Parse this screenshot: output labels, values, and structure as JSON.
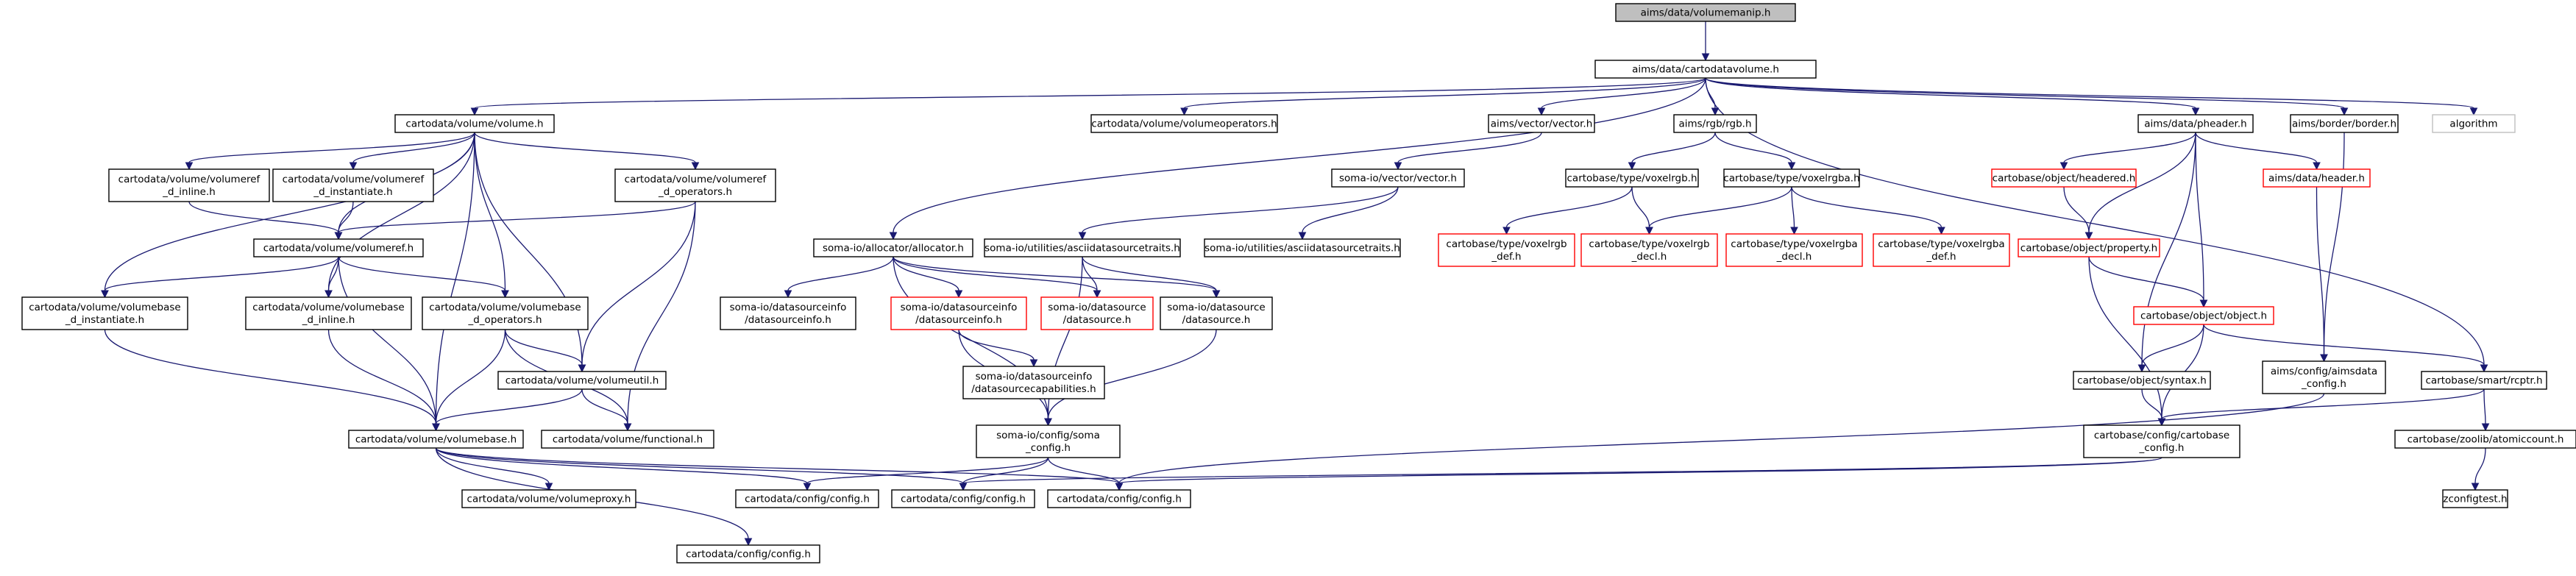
{
  "nodes": [
    {
      "id": "root",
      "lines": [
        "aims/data/volumemanip.h"
      ],
      "kind": "root"
    },
    {
      "id": "cartodatavolume",
      "lines": [
        "aims/data/cartodatavolume.h"
      ]
    },
    {
      "id": "volume",
      "lines": [
        "cartodata/volume/volume.h"
      ]
    },
    {
      "id": "volumeoperators",
      "lines": [
        "cartodata/volume/volumeoperators.h"
      ]
    },
    {
      "id": "aimsvector",
      "lines": [
        "aims/vector/vector.h"
      ]
    },
    {
      "id": "rgb",
      "lines": [
        "aims/rgb/rgb.h"
      ]
    },
    {
      "id": "pheader",
      "lines": [
        "aims/data/pheader.h"
      ]
    },
    {
      "id": "border",
      "lines": [
        "aims/border/border.h"
      ]
    },
    {
      "id": "algorithm",
      "lines": [
        "algorithm"
      ],
      "kind": "gray"
    },
    {
      "id": "vref_inline",
      "lines": [
        "cartodata/volume/volumeref",
        "_d_inline.h"
      ]
    },
    {
      "id": "vref_inst",
      "lines": [
        "cartodata/volume/volumeref",
        "_d_instantiate.h"
      ]
    },
    {
      "id": "vref_ops",
      "lines": [
        "cartodata/volume/volumeref",
        "_d_operators.h"
      ]
    },
    {
      "id": "somavector",
      "lines": [
        "soma-io/vector/vector.h"
      ]
    },
    {
      "id": "voxelrgb",
      "lines": [
        "cartobase/type/voxelrgb.h"
      ]
    },
    {
      "id": "voxelrgba",
      "lines": [
        "cartobase/type/voxelrgba.h"
      ]
    },
    {
      "id": "headered",
      "lines": [
        "cartobase/object/headered.h"
      ],
      "kind": "red"
    },
    {
      "id": "header",
      "lines": [
        "aims/data/header.h"
      ],
      "kind": "red"
    },
    {
      "id": "volumeref",
      "lines": [
        "cartodata/volume/volumeref.h"
      ]
    },
    {
      "id": "allocator",
      "lines": [
        "soma-io/allocator/allocator.h"
      ]
    },
    {
      "id": "asciitraits",
      "lines": [
        "soma-io/utilities/asciidatasourcetraits.h"
      ]
    },
    {
      "id": "asciitraits_tcc",
      "lines": [
        "soma-io/utilities/asciidatasourcetraits.h"
      ]
    },
    {
      "id": "voxelrgb_def",
      "lines": [
        "cartobase/type/voxelrgb",
        "_def.h"
      ],
      "kind": "red"
    },
    {
      "id": "voxelrgb_decl",
      "lines": [
        "cartobase/type/voxelrgb",
        "_decl.h"
      ],
      "kind": "red"
    },
    {
      "id": "voxelrgba_decl",
      "lines": [
        "cartobase/type/voxelrgba",
        "_decl.h"
      ],
      "kind": "red"
    },
    {
      "id": "voxelrgba_def",
      "lines": [
        "cartobase/type/voxelrgba",
        "_def.h"
      ],
      "kind": "red"
    },
    {
      "id": "property",
      "lines": [
        "cartobase/object/property.h"
      ],
      "kind": "red"
    },
    {
      "id": "vbase_inst",
      "lines": [
        "cartodata/volume/volumebase",
        "_d_instantiate.h"
      ]
    },
    {
      "id": "vbase_inline",
      "lines": [
        "cartodata/volume/volumebase",
        "_d_inline.h"
      ]
    },
    {
      "id": "vbase_ops",
      "lines": [
        "cartodata/volume/volumebase",
        "_d_operators.h"
      ]
    },
    {
      "id": "dsinfo",
      "lines": [
        "soma-io/datasourceinfo",
        "/datasourceinfo.h"
      ]
    },
    {
      "id": "dsinfo_red",
      "lines": [
        "soma-io/datasourceinfo",
        "/datasourceinfo.h"
      ],
      "kind": "red"
    },
    {
      "id": "datasource_red",
      "lines": [
        "soma-io/datasource",
        "/datasource.h"
      ],
      "kind": "red"
    },
    {
      "id": "datasource",
      "lines": [
        "soma-io/datasource",
        "/datasource.h"
      ]
    },
    {
      "id": "object",
      "lines": [
        "cartobase/object/object.h"
      ],
      "kind": "red"
    },
    {
      "id": "dscap",
      "lines": [
        "soma-io/datasourceinfo",
        "/datasourcecapabilities.h"
      ]
    },
    {
      "id": "volumeutil",
      "lines": [
        "cartodata/volume/volumeutil.h"
      ]
    },
    {
      "id": "syntax",
      "lines": [
        "cartobase/object/syntax.h"
      ]
    },
    {
      "id": "aimsdataconfig",
      "lines": [
        "aims/config/aimsdata",
        "_config.h"
      ]
    },
    {
      "id": "rcptr",
      "lines": [
        "cartobase/smart/rcptr.h"
      ]
    },
    {
      "id": "volumebase",
      "lines": [
        "cartodata/volume/volumebase.h"
      ]
    },
    {
      "id": "functional",
      "lines": [
        "cartodata/volume/functional.h"
      ]
    },
    {
      "id": "somaconfig",
      "lines": [
        "soma-io/config/soma",
        "_config.h"
      ]
    },
    {
      "id": "cartobaseconfig",
      "lines": [
        "cartobase/config/cartobase",
        "_config.h"
      ]
    },
    {
      "id": "atomiccount",
      "lines": [
        "cartobase/zoolib/atomiccount.h"
      ]
    },
    {
      "id": "volumeproxy",
      "lines": [
        "cartodata/volume/volumeproxy.h"
      ]
    },
    {
      "id": "config1",
      "lines": [
        "cartodata/config/config.h"
      ]
    },
    {
      "id": "config2",
      "lines": [
        "cartodata/config/config.h"
      ]
    },
    {
      "id": "config3",
      "lines": [
        "cartodata/config/config.h"
      ]
    },
    {
      "id": "zconfigtest",
      "lines": [
        "zconfigtest.h"
      ]
    },
    {
      "id": "config4",
      "lines": [
        "cartodata/config/config.h"
      ]
    }
  ],
  "edges": [
    [
      "root",
      "cartodatavolume"
    ],
    [
      "cartodatavolume",
      "volume"
    ],
    [
      "cartodatavolume",
      "volumeoperators"
    ],
    [
      "cartodatavolume",
      "aimsvector"
    ],
    [
      "cartodatavolume",
      "rgb"
    ],
    [
      "cartodatavolume",
      "pheader"
    ],
    [
      "cartodatavolume",
      "border"
    ],
    [
      "cartodatavolume",
      "algorithm"
    ],
    [
      "cartodatavolume",
      "allocator"
    ],
    [
      "cartodatavolume",
      "rcptr"
    ],
    [
      "volume",
      "vref_inline"
    ],
    [
      "volume",
      "vref_inst"
    ],
    [
      "volume",
      "vref_ops"
    ],
    [
      "volume",
      "volumeref"
    ],
    [
      "volume",
      "vbase_inst"
    ],
    [
      "volume",
      "vbase_inline"
    ],
    [
      "volume",
      "vbase_ops"
    ],
    [
      "volume",
      "volumeutil"
    ],
    [
      "volume",
      "volumebase"
    ],
    [
      "vref_inline",
      "volumeref"
    ],
    [
      "vref_inst",
      "volumeref"
    ],
    [
      "vref_ops",
      "volumeref"
    ],
    [
      "vref_ops",
      "volumeutil"
    ],
    [
      "vref_ops",
      "functional"
    ],
    [
      "volumeref",
      "vbase_inst"
    ],
    [
      "volumeref",
      "vbase_inline"
    ],
    [
      "volumeref",
      "vbase_ops"
    ],
    [
      "volumeref",
      "volumebase"
    ],
    [
      "vbase_inst",
      "volumebase"
    ],
    [
      "vbase_inline",
      "volumebase"
    ],
    [
      "vbase_ops",
      "volumeutil"
    ],
    [
      "vbase_ops",
      "volumebase"
    ],
    [
      "vbase_ops",
      "functional"
    ],
    [
      "volumeutil",
      "volumebase"
    ],
    [
      "volumeutil",
      "functional"
    ],
    [
      "volumebase",
      "volumeproxy"
    ],
    [
      "volumebase",
      "config1"
    ],
    [
      "volumebase",
      "config2"
    ],
    [
      "volumebase",
      "config3"
    ],
    [
      "volumebase",
      "config4"
    ],
    [
      "aimsvector",
      "somavector"
    ],
    [
      "somavector",
      "asciitraits"
    ],
    [
      "somavector",
      "asciitraits_tcc"
    ],
    [
      "allocator",
      "dsinfo"
    ],
    [
      "allocator",
      "dsinfo_red"
    ],
    [
      "allocator",
      "datasource_red"
    ],
    [
      "allocator",
      "datasource"
    ],
    [
      "allocator",
      "somaconfig"
    ],
    [
      "asciitraits",
      "datasource_red"
    ],
    [
      "asciitraits",
      "datasource"
    ],
    [
      "asciitraits",
      "somaconfig"
    ],
    [
      "dsinfo_red",
      "dscap"
    ],
    [
      "dsinfo_red",
      "somaconfig"
    ],
    [
      "datasource",
      "somaconfig"
    ],
    [
      "somaconfig",
      "config1"
    ],
    [
      "somaconfig",
      "config2"
    ],
    [
      "somaconfig",
      "config3"
    ],
    [
      "rgb",
      "voxelrgb"
    ],
    [
      "rgb",
      "voxelrgba"
    ],
    [
      "voxelrgb",
      "voxelrgb_def"
    ],
    [
      "voxelrgb",
      "voxelrgb_decl"
    ],
    [
      "voxelrgba",
      "voxelrgb_decl"
    ],
    [
      "voxelrgba",
      "voxelrgba_decl"
    ],
    [
      "voxelrgba",
      "voxelrgba_def"
    ],
    [
      "pheader",
      "headered"
    ],
    [
      "pheader",
      "header"
    ],
    [
      "pheader",
      "property"
    ],
    [
      "pheader",
      "object"
    ],
    [
      "pheader",
      "syntax"
    ],
    [
      "headered",
      "property"
    ],
    [
      "property",
      "object"
    ],
    [
      "property",
      "cartobaseconfig"
    ],
    [
      "object",
      "syntax"
    ],
    [
      "object",
      "rcptr"
    ],
    [
      "object",
      "cartobaseconfig"
    ],
    [
      "syntax",
      "cartobaseconfig"
    ],
    [
      "border",
      "aimsdataconfig"
    ],
    [
      "header",
      "aimsdataconfig"
    ],
    [
      "aimsdataconfig",
      "config3"
    ],
    [
      "rcptr",
      "cartobaseconfig"
    ],
    [
      "rcptr",
      "atomiccount"
    ],
    [
      "atomiccount",
      "zconfigtest"
    ],
    [
      "cartobaseconfig",
      "config2"
    ],
    [
      "cartobaseconfig",
      "config3"
    ]
  ]
}
